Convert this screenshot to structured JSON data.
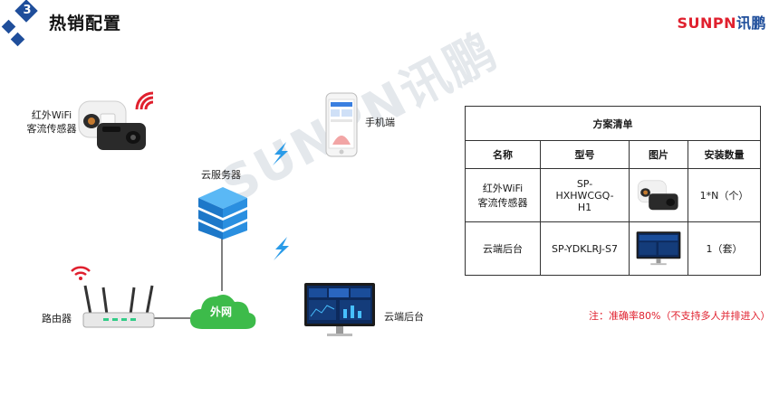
{
  "header": {
    "step_number": "3",
    "title": "热销配置",
    "brand_text": "SUNPN",
    "brand_cn": "讯鹏"
  },
  "diagram": {
    "sensor_label_line1": "红外WiFi",
    "sensor_label_line2": "客流传感器",
    "phone_label": "手机端",
    "server_label": "云服务器",
    "cloud_label": "外网",
    "router_label": "路由器",
    "backend_label": "云端后台",
    "watermark": "SUNPN讯鹏"
  },
  "table": {
    "caption": "方案清单",
    "headers": [
      "名称",
      "型号",
      "图片",
      "安装数量"
    ],
    "rows": [
      {
        "name_line1": "红外WiFi",
        "name_line2": "客流传感器",
        "model_line1": "SP-",
        "model_line2": "HXHWCGQ-",
        "model_line3": "H1",
        "qty": "1*N（个）"
      },
      {
        "name": "云端后台",
        "model": "SP-YDKLRJ-S7",
        "qty": "1（套）"
      }
    ]
  },
  "note": "注：准确率80%（不支持多人并排进入）",
  "colors": {
    "brand_red": "#e0202e",
    "badge_blue": "#1f4e9b",
    "server_blue": "#2a8fe0",
    "cloud_green": "#3dbb4a",
    "signal_red": "#e0202e"
  }
}
